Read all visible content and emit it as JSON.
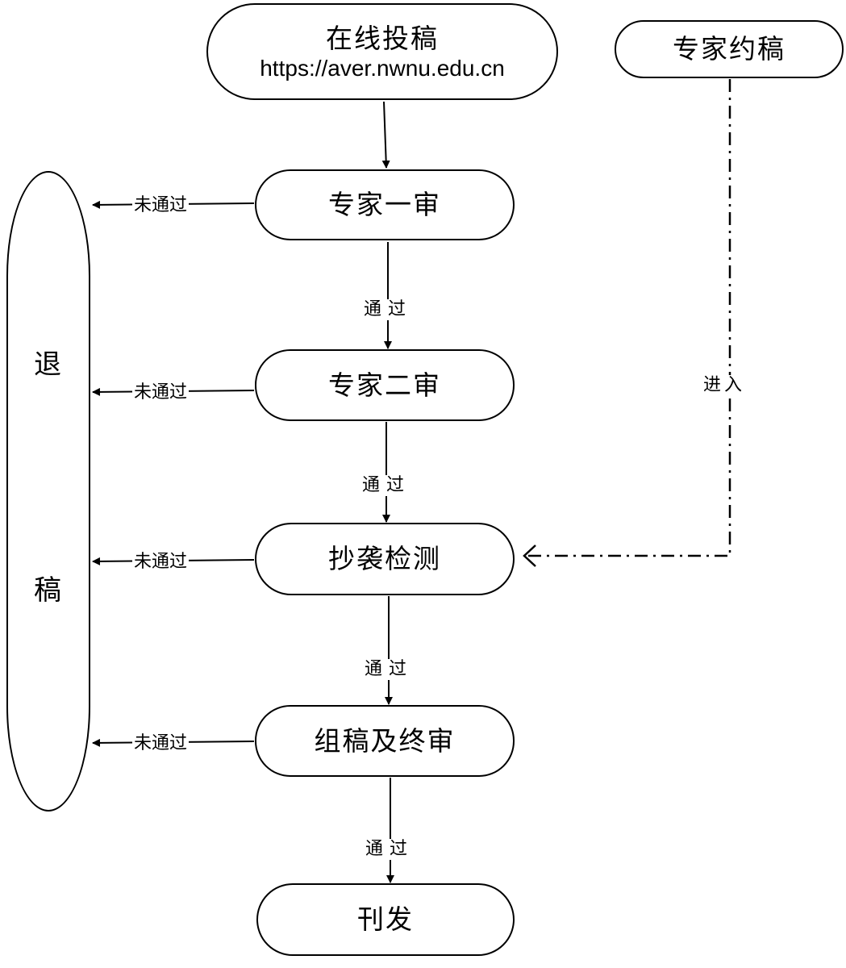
{
  "nodes": {
    "online_submit": {
      "title": "在线投稿",
      "url": "https://aver.nwnu.edu.cn"
    },
    "invited": {
      "title": "专家约稿"
    },
    "review1": {
      "title": "专家一审"
    },
    "review2": {
      "title": "专家二审"
    },
    "plagiarism": {
      "title": "抄袭检测"
    },
    "final_review": {
      "title": "组稿及终审"
    },
    "publish": {
      "title": "刊发"
    },
    "reject": {
      "char1": "退",
      "char2": "稿"
    }
  },
  "edge_labels": {
    "pass": "通过",
    "fail": "未通过",
    "enter": "进入"
  }
}
